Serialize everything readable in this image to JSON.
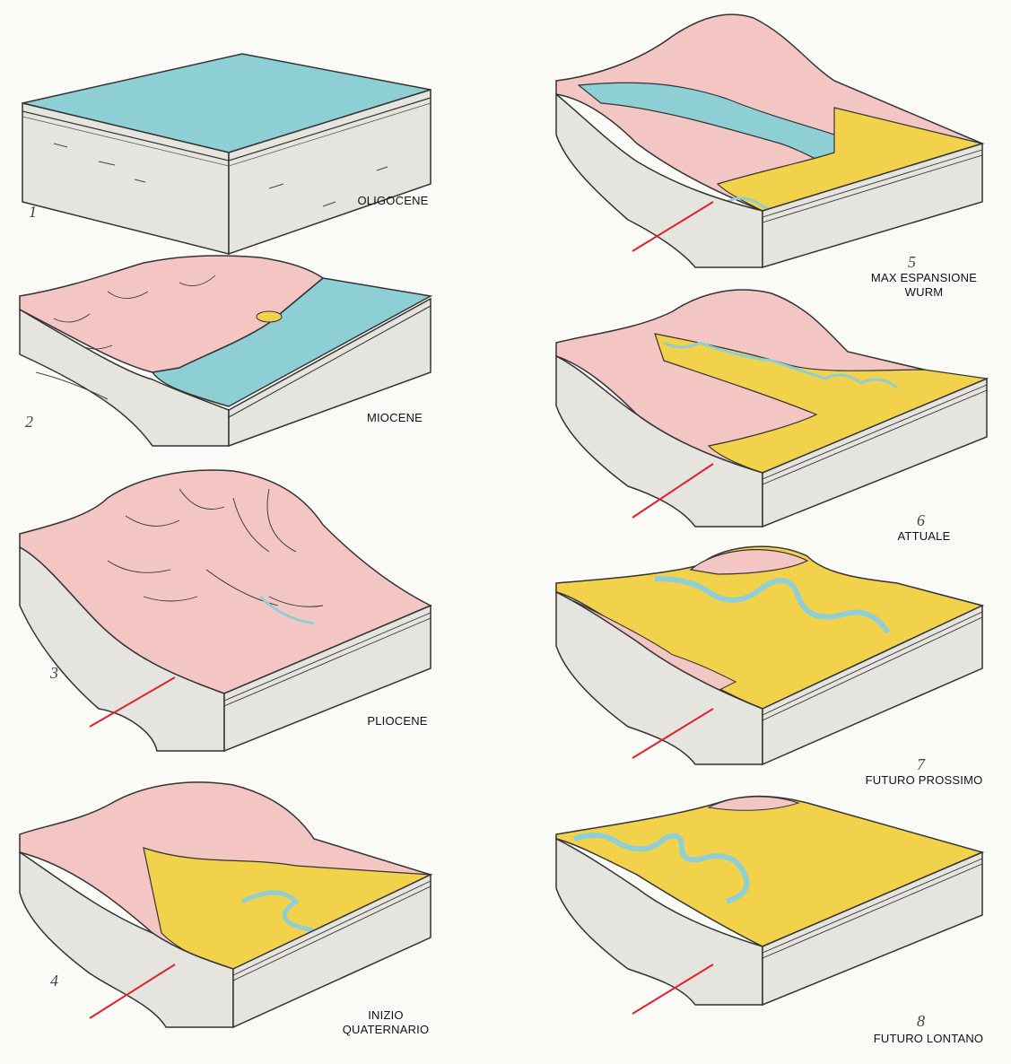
{
  "colors": {
    "sea": "#8ecfd6",
    "land": "#f4c6c3",
    "alluvium": "#f2d24a",
    "rock": "#e6e4df",
    "fault": "#e0232b",
    "ink": "#333333"
  },
  "panels": [
    {
      "number": "1",
      "label": "OLIGOCENE",
      "label2": ""
    },
    {
      "number": "2",
      "label": "MIOCENE",
      "label2": ""
    },
    {
      "number": "3",
      "label": "PLIOCENE",
      "label2": ""
    },
    {
      "number": "4",
      "label": "INIZIO",
      "label2": "QUATERNARIO"
    },
    {
      "number": "5",
      "label": "MAX ESPANSIONE WURM",
      "label2": ""
    },
    {
      "number": "6",
      "label": "ATTUALE",
      "label2": ""
    },
    {
      "number": "7",
      "label": "FUTURO PROSSIMO",
      "label2": ""
    },
    {
      "number": "8",
      "label": "FUTURO LONTANO",
      "label2": ""
    }
  ]
}
